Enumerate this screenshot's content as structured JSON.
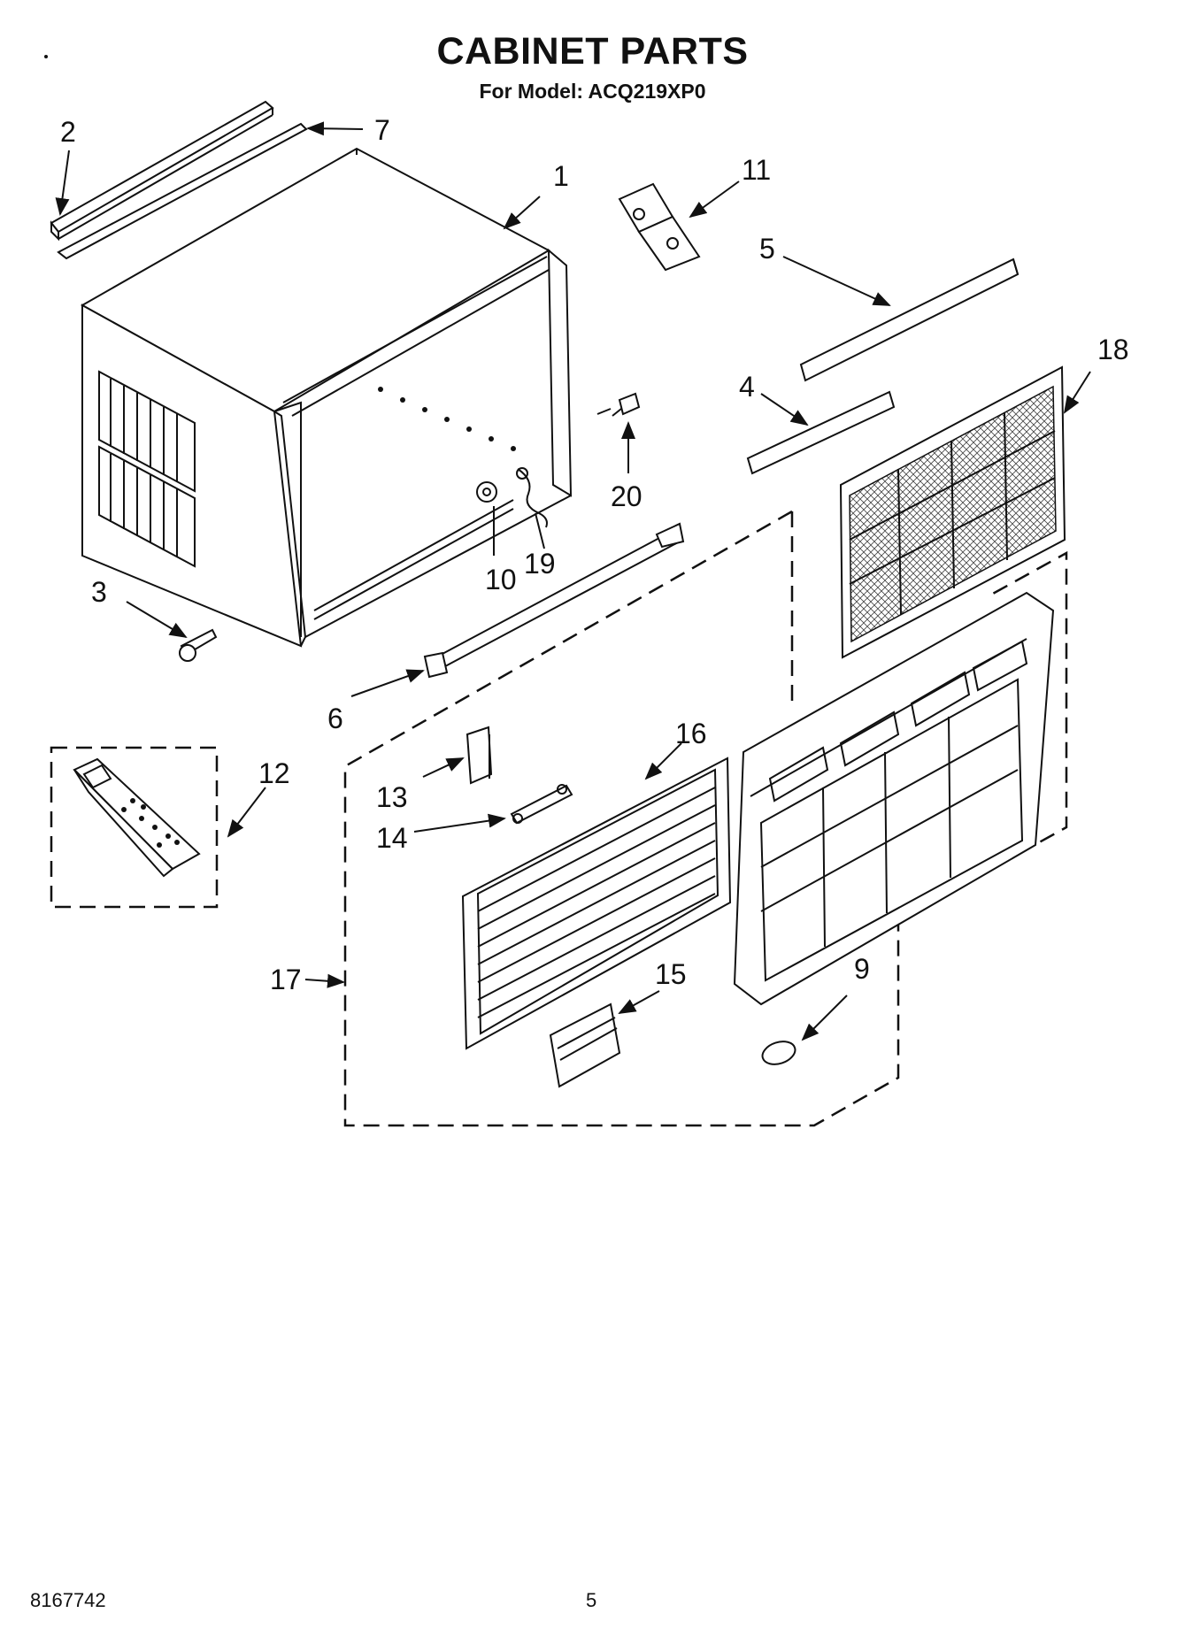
{
  "header": {
    "title": "CABINET PARTS",
    "subtitle": "For Model: ACQ219XP0"
  },
  "footer": {
    "doc_number": "8167742",
    "page_number": "5"
  },
  "callouts": [
    {
      "id": "1",
      "label": "1"
    },
    {
      "id": "2",
      "label": "2"
    },
    {
      "id": "3",
      "label": "3"
    },
    {
      "id": "4",
      "label": "4"
    },
    {
      "id": "5",
      "label": "5"
    },
    {
      "id": "6",
      "label": "6"
    },
    {
      "id": "7",
      "label": "7"
    },
    {
      "id": "9",
      "label": "9"
    },
    {
      "id": "10",
      "label": "10"
    },
    {
      "id": "11",
      "label": "11"
    },
    {
      "id": "12",
      "label": "12"
    },
    {
      "id": "13",
      "label": "13"
    },
    {
      "id": "14",
      "label": "14"
    },
    {
      "id": "15",
      "label": "15"
    },
    {
      "id": "16",
      "label": "16"
    },
    {
      "id": "17",
      "label": "17"
    },
    {
      "id": "18",
      "label": "18"
    },
    {
      "id": "19",
      "label": "19"
    },
    {
      "id": "20",
      "label": "20"
    }
  ]
}
